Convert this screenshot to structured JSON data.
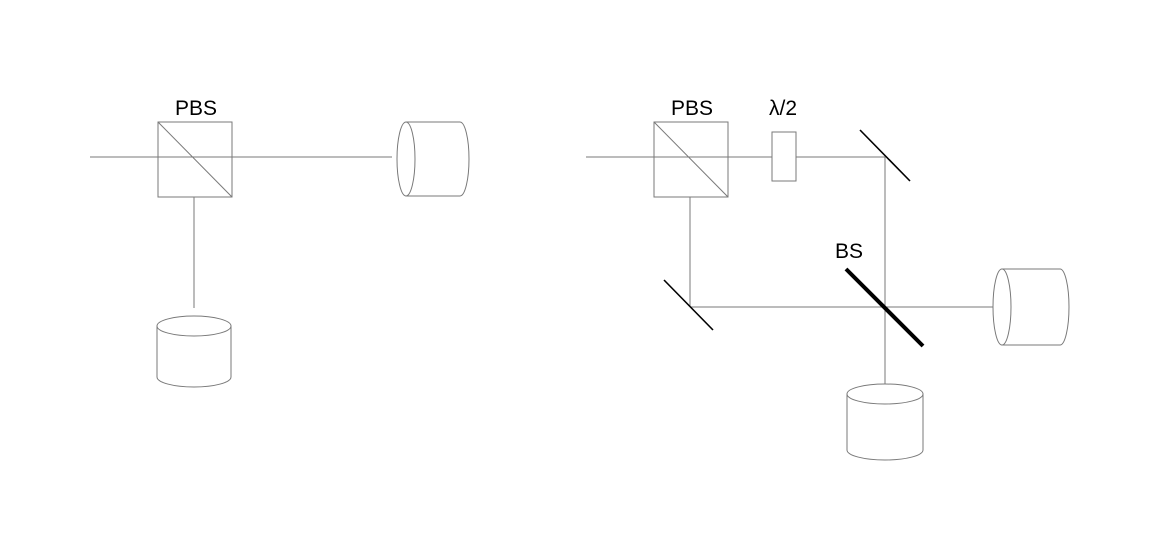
{
  "labels": {
    "left_pbs": "PBS",
    "right_pbs": "PBS",
    "half_wave_plate": "λ/2",
    "beam_splitter": "BS"
  },
  "colors": {
    "beam": "#7a7a7a",
    "component_outline": "#7a7a7a",
    "mirror": "#000000",
    "text": "#000000",
    "background": "#ffffff"
  }
}
